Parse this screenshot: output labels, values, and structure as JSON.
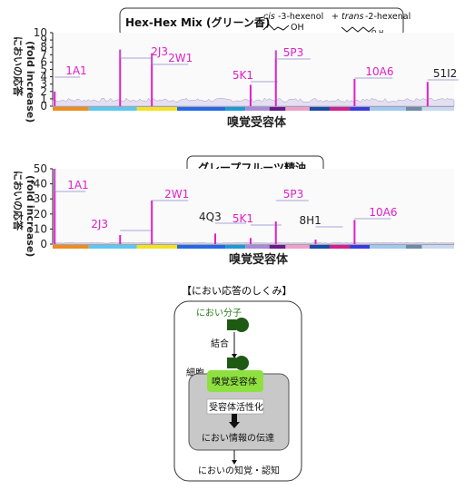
{
  "chart_data": [
    {
      "type": "bar",
      "title": "Hex-Hex Mix (グリーン香)",
      "chemicals": {
        "a_prefix": "cis",
        "a_suffix": "-3-hexenol",
        "plus": "+",
        "b_prefix": "trans",
        "b_suffix": "-2-hexenal",
        "oh": "OH",
        "h": "H",
        "o": "O"
      },
      "ylabel_jp": "においの応答",
      "ylabel_en": "(fold increase)",
      "xlabel": "嗅覚受容体",
      "ylim": [
        0,
        10
      ],
      "yticks": [
        "0",
        "1",
        "2",
        "3",
        "4",
        "5",
        "6",
        "7",
        "8",
        "9",
        "10"
      ],
      "highlights": [
        {
          "name": "1A1",
          "value": 2.0,
          "pos": 0.005,
          "dark": false
        },
        {
          "name": "2J3",
          "value": 7.7,
          "pos": 0.168,
          "dark": false
        },
        {
          "name": "2W1",
          "value": 7.2,
          "pos": 0.247,
          "dark": false
        },
        {
          "name": "5K1",
          "value": 2.9,
          "pos": 0.493,
          "dark": false
        },
        {
          "name": "5P3",
          "value": 7.6,
          "pos": 0.556,
          "dark": false
        },
        {
          "name": "10A6",
          "value": 3.7,
          "pos": 0.752,
          "dark": false
        },
        {
          "name": "51I2",
          "value": 3.3,
          "pos": 0.934,
          "dark": true
        }
      ],
      "baseline_level": 1.0
    },
    {
      "type": "bar",
      "title": "グレープフルーツ精油",
      "ylabel_jp": "においの応答",
      "ylabel_en": "(fold increase)",
      "xlabel": "嗅覚受容体",
      "ylim": [
        0,
        50
      ],
      "yticks": [
        "0",
        "10",
        "20",
        "30",
        "40",
        "50"
      ],
      "highlights": [
        {
          "name": "1A1",
          "value": 52,
          "pos": 0.005,
          "dark": false
        },
        {
          "name": "2J3",
          "value": 6,
          "pos": 0.168,
          "dark": false
        },
        {
          "name": "2W1",
          "value": 29,
          "pos": 0.247,
          "dark": false
        },
        {
          "name": "4Q3",
          "value": 7,
          "pos": 0.405,
          "dark": true
        },
        {
          "name": "5K1",
          "value": 4,
          "pos": 0.493,
          "dark": false
        },
        {
          "name": "5P3",
          "value": 15,
          "pos": 0.556,
          "dark": false
        },
        {
          "name": "8H1",
          "value": 3,
          "pos": 0.655,
          "dark": true
        },
        {
          "name": "10A6",
          "value": 16,
          "pos": 0.752,
          "dark": false
        }
      ],
      "baseline_level": 1.0
    }
  ],
  "family_bar_colors": [
    "#f08c1a",
    "#5ac8f0",
    "#f5e21e",
    "#2467e8",
    "#1a9ad6",
    "#a88ad8",
    "#6a1a8c",
    "#f0a0c8",
    "#1a4aa8",
    "#d02090",
    "#3a3ae0",
    "#a0c8f0",
    "#6e8aa8",
    "#c8d8f0"
  ],
  "diagram": {
    "title": "【におい応答のしくみ】",
    "odor_molecule": "におい分子",
    "binding": "結合",
    "cell": "細胞",
    "receptor": "嗅覚受容体",
    "activation": "受容体活性化",
    "transmission": "におい情報の伝達",
    "perception": "においの知覚・認知"
  },
  "colors": {
    "magenta": "#e020c8",
    "dark_green": "#1e5a14",
    "light_green": "#8ee040",
    "grey_cell": "#c8c8c8",
    "diagram_green_text": "#2a7a1a"
  }
}
